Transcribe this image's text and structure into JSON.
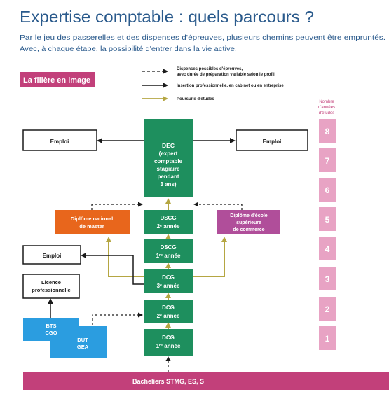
{
  "header": {
    "title": "Expertise comptable : quels parcours ?",
    "subtitle_line1": "Par le jeu des passerelles et des dispenses d'épreuves, plusieurs chemins peuvent être empruntés.",
    "subtitle_line2": "Avec, à chaque étape, la possibilité d'entrer dans la vie active."
  },
  "badge": {
    "label": "La filière en image"
  },
  "legend": {
    "dashed_line1": "Dispenses possibles d'épreuves,",
    "dashed_line2": "avec durée de préparation variable selon le profil",
    "black_label": "Insertion professionnelle, en cabinet ou en entreprise",
    "olive_label": "Poursuite d'études"
  },
  "years": {
    "title_line1": "Nombre",
    "title_line2": "d'années",
    "title_line3": "d'études",
    "values": [
      "8",
      "7",
      "6",
      "5",
      "4",
      "3",
      "2",
      "1"
    ]
  },
  "nodes": {
    "emploi_left": "Emploi",
    "emploi_right": "Emploi",
    "emploi_mid": "Emploi",
    "dec": [
      "DEC",
      "(expert",
      "comptable",
      "stagiaire",
      "pendant",
      "3 ans)"
    ],
    "master": [
      "Diplôme national",
      "de master"
    ],
    "ecole": [
      "Diplôme d'école",
      "supérieure",
      "de commerce"
    ],
    "dscg2": [
      "DSCG",
      "2ᵉ année"
    ],
    "dscg1": [
      "DSCG",
      "1ʳᵉ année"
    ],
    "dcg3": [
      "DCG",
      "3ᵉ année"
    ],
    "dcg2": [
      "DCG",
      "2ᵉ année"
    ],
    "dcg1": [
      "DCG",
      "1ʳᵉ année"
    ],
    "licence": [
      "Licence",
      "professionnelle"
    ],
    "bts": [
      "BTS",
      "CGO"
    ],
    "dut": [
      "DUT",
      "GEA"
    ],
    "bacheliers": "Bacheliers STMG, ES, S"
  },
  "colors": {
    "title": "#2a5a8c",
    "green": "#1e8f5e",
    "magenta": "#c2407a",
    "pink_light": "#e8a3c4",
    "orange": "#e8661c",
    "purple": "#b04e9a",
    "blue": "#2b9de0",
    "olive": "#b5a642"
  }
}
